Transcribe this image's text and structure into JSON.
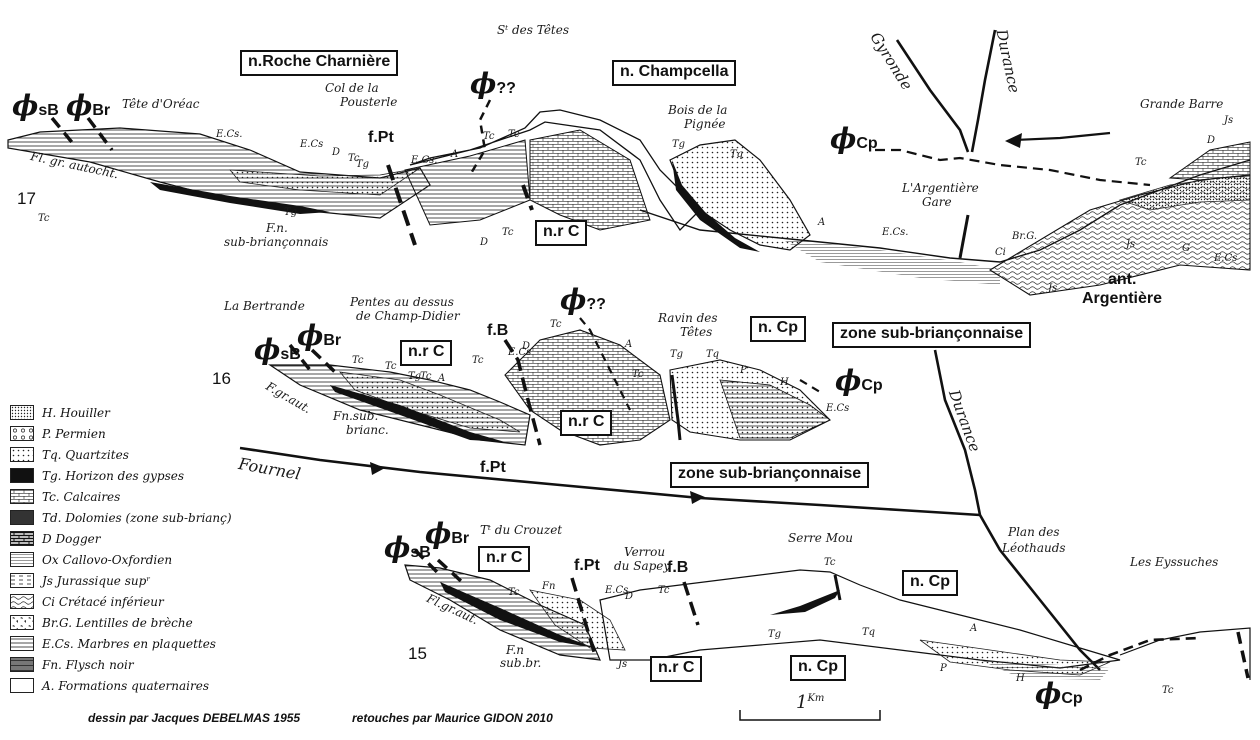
{
  "colors": {
    "ink": "#111111",
    "paper": "#ffffff",
    "shade": "#6e6e6e",
    "dark": "#222222"
  },
  "section17": {
    "number": "17",
    "phi_sB": "ϕ",
    "phi_sB_sub": "sB",
    "phi_Br": "ϕ",
    "phi_Br_sub": "Br",
    "phi_q": "ϕ",
    "phi_q_sub": "??",
    "phi_Cp": "ϕ",
    "phi_Cp_sub": "Cp",
    "box_roche": "n.Roche Charnière",
    "box_champcella": "n. Champcella",
    "box_nrC": "n.r C",
    "tete_oreac": "Tête d'Oréac",
    "col_pousterle": [
      "Col de la",
      "Pousterle"
    ],
    "st_tetes": "Sᵗ des Têtes",
    "bois_pignee": [
      "Bois de la",
      "Pignée"
    ],
    "gyronde": "Gyronde",
    "durance": "Durance",
    "grande_barre": "Grande Barre",
    "argentiere_gare": [
      "L'Argentière",
      "Gare"
    ],
    "ant_argentiere": [
      "ant.",
      "Argentière"
    ],
    "fault_fpt": "f.Pt",
    "fl_gr": "Fl. gr. autocht.",
    "fn_sub": [
      "F.n.",
      "sub-briançonnais"
    ],
    "tags": [
      "E.Cs.",
      "E.Cs",
      "D",
      "Tc",
      "Tg",
      "E.Cs.",
      "A",
      "Tc",
      "D",
      "Tc",
      "Tg",
      "Tq",
      "A",
      "E.Cs.",
      "Ci",
      "Br.G.",
      "Js",
      "Js",
      "G",
      "E.Cs",
      "Tc",
      "Js",
      "D",
      "Tc",
      "Tc",
      "Tg"
    ]
  },
  "section16": {
    "number": "16",
    "phi_sB": "ϕ",
    "phi_sB_sub": "sB",
    "phi_Br": "ϕ",
    "phi_Br_sub": "Br",
    "phi_q": "ϕ",
    "phi_q_sub": "??",
    "phi_Cp": "ϕ",
    "phi_Cp_sub": "Cp",
    "box_nrC_top": "n.r C",
    "box_nrC_low": "n.r C",
    "box_nCp": "n. Cp",
    "box_zone_right": "zone sub-briançonnaise",
    "box_zone_mid": "zone sub-briançonnaise",
    "la_bertrande": "La Bertrande",
    "pentes": [
      "Pentes au dessus",
      "de Champ-Didier"
    ],
    "ravin": [
      "Ravin des",
      "Têtes"
    ],
    "fault_fb": "f.B",
    "fault_fpt": "f.Pt",
    "fgr_aut": "F.gr.aut.",
    "fn_sub": [
      "Fn.sub.",
      "brianc."
    ],
    "fournel": "Fournel",
    "durance": "Durance",
    "tags": [
      "Tc",
      "Tc",
      "Tg",
      "Tc",
      "A",
      "Tc",
      "E.Cs",
      "D",
      "Tc",
      "A",
      "Tc",
      "Tg",
      "Tq",
      "P",
      "H",
      "E.Cs"
    ]
  },
  "section15": {
    "number": "15",
    "phi_sB": "ϕ",
    "phi_sB_sub": "sB",
    "phi_Br": "ϕ",
    "phi_Br_sub": "Br",
    "phi_Cp": "ϕ",
    "phi_Cp_sub": "Cp",
    "box_nrC_top": "n.r C",
    "box_nrC_low": "n.r C",
    "box_nCp_top": "n. Cp",
    "box_nCp_low": "n. Cp",
    "crouzet": "Tᵗ du Crouzet",
    "verrou": [
      "Verrou",
      "du Sapey"
    ],
    "serre_mou": "Serre Mou",
    "plan": [
      "Plan des",
      "Léothauds"
    ],
    "eyssuches": "Les Eyssuches",
    "fault_fpt": "f.Pt",
    "fault_fb": "f.B",
    "flgr_aut": "Fl.gr.aut.",
    "fn_sub": [
      "F.n",
      "sub.br."
    ],
    "tags": [
      "Tc",
      "Fn",
      "E.Cs",
      "D",
      "Tc",
      "Tc",
      "Js",
      "Tg",
      "Tq",
      "A",
      "P",
      "H",
      "Tc"
    ]
  },
  "scale": {
    "label": "1",
    "unit": "Km"
  },
  "credit": [
    "dessin par Jacques DEBELMAS 1955",
    "retouches par Maurice GIDON 2010"
  ],
  "legend": [
    {
      "code": "H.",
      "label": "Houiller",
      "swatch": "dots-dense"
    },
    {
      "code": "P.",
      "label": "Permien",
      "swatch": "circles"
    },
    {
      "code": "Tq.",
      "label": "Quartzites",
      "swatch": "dots"
    },
    {
      "code": "Tg.",
      "label": "Horizon des gypses",
      "swatch": "black"
    },
    {
      "code": "Tc.",
      "label": "Calcaires",
      "swatch": "bricks"
    },
    {
      "code": "Td.",
      "label": "Dolomies (zone sub-brianç)",
      "swatch": "dark"
    },
    {
      "code": "D",
      "label": "Dogger",
      "swatch": "bricks-bold"
    },
    {
      "code": "Ox",
      "label": "Callovo-Oxfordien",
      "swatch": "hlines-fine"
    },
    {
      "code": "Js",
      "label": "Jurassique supʳ",
      "swatch": "dashes"
    },
    {
      "code": "Ci",
      "label": "Crétacé inférieur",
      "swatch": "waves"
    },
    {
      "code": "Br.G.",
      "label": "Lentilles de brèche",
      "swatch": "breccia"
    },
    {
      "code": "E.Cs.",
      "label": "Marbres en plaquettes",
      "swatch": "hlines"
    },
    {
      "code": "Fn.",
      "label": "Flysch noir",
      "swatch": "flysch"
    },
    {
      "code": "A.",
      "label": "Formations quaternaires",
      "swatch": "blank"
    }
  ]
}
